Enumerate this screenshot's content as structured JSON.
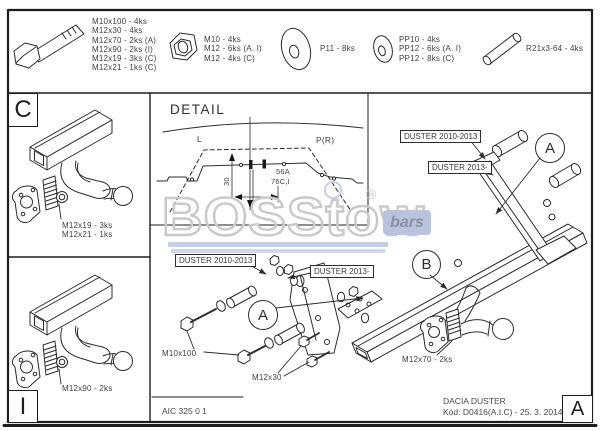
{
  "parts_list": {
    "bolt": {
      "icon": "hex-bolt-icon",
      "lines": [
        "M10x100 - 4ks",
        "M12x30 - 4ks",
        "M12x70 - 2ks (A)",
        "M12x90 - 2ks (I)",
        "M12x19 - 3ks (C)",
        "M12x21 - 1ks (C)"
      ]
    },
    "nut": {
      "icon": "hex-nut-icon",
      "lines": [
        "M10 - 4ks",
        "M12 - 6ks (A. I)",
        "M12 - 4ks (C)"
      ]
    },
    "washer_large": {
      "icon": "washer-icon",
      "label": "P11 - 8ks"
    },
    "washer_small": {
      "icon": "washer-icon",
      "lines": [
        "PP10 - 4ks",
        "PP12 - 6ks (A. I)",
        "PP12 - 8ks (C)"
      ]
    },
    "spacer_tube": {
      "icon": "tube-icon",
      "label": "R21x3-64 - 4ks"
    }
  },
  "view_c": {
    "tag": "C",
    "labels": [
      "M12x19 - 3ks",
      "M12x21 - 1ks"
    ]
  },
  "view_i": {
    "tag": "I",
    "label": "M12x90 - 2ks"
  },
  "detail": {
    "title": "DETAIL",
    "left_mark": "L",
    "right_mark": "P(R)",
    "dim_vertical": "30",
    "dim_a": "56A",
    "dim_ci": "76C,I"
  },
  "assembly": {
    "callout_a": "A",
    "callout_b": "B",
    "tag_2010": "DUSTER 2010-2013",
    "tag_2013": "DUSTER 2013-",
    "label_m10x100": "M10x100",
    "label_m12x30": "M12x30",
    "label_m12x70": "M12x70 - 2ks"
  },
  "watermark": {
    "word": "BOSStow",
    "reg": "®",
    "sub": "bars"
  },
  "title_block": {
    "doc_no": "AIC 325 0 1",
    "vehicle": "DACIA DUSTER",
    "code_line": "Kód: D0416(A.I.C) - 25. 3. 2014",
    "revision": "A"
  },
  "colors": {
    "line": "#2c2c2c",
    "label": "#3f3f3f",
    "watermark_gray": "#c9c9c9",
    "watermark_blue": "#b9c3de"
  }
}
